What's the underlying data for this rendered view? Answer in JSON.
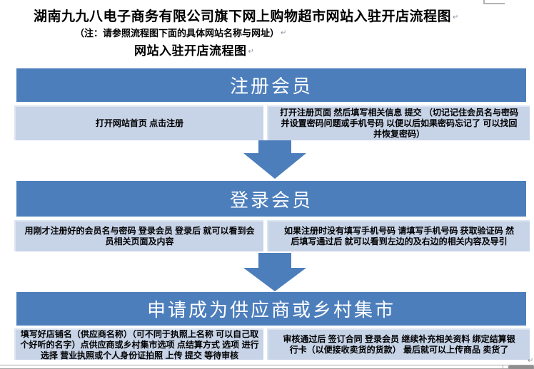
{
  "document": {
    "title_line1": "湖南九九八电子商务有限公司旗下网上购物超市网站入驻开店流程图",
    "title_line2": "（注：请参照流程图下面的具体网站名称与网址）",
    "title_line3": "网站入驻开店流程图",
    "paragraph_mark": "↵"
  },
  "flow": {
    "steps": [
      {
        "header": "注册会员",
        "left": "打开网站首页 点击注册",
        "right": "打开注册页面 然后填写相关信息 提交 （切记记住会员名与密码\n并设置密码问题或手机号码 以便以后如果密码忘记了 可以找回\n并恢复密码）"
      },
      {
        "header": "登录会员",
        "left": "用刚才注册好的会员名与密码  登录会员 登录后 就可以看到会\n员相关页面及内容",
        "right": "如果注册时没有填写手机号码 请填写手机号码  获取验证码 然\n后填写通过后 就可以看到左边的及右边的相关内容及导引"
      },
      {
        "header": "申请成为供应商或乡村集市",
        "left": "填写好店铺名（供应商名称）（可不同于执照上名称 可以自己取\n个好听的名字）点供应商或乡村集市选项 点结算方式 选项 进行\n选择 营业执照或个人身份证拍照 上传 提交 等待审核",
        "right": "审核通过后  签订合同 登录会员  继续补充相关资料 绑定结算银\n行卡（以便接收卖货的货款） 最后就可以上传商品 卖货了"
      }
    ]
  },
  "colors": {
    "step_header_blue": "#4d7ebc",
    "detail_cell_blue": "#c7d3e7",
    "arrow_blue": "#4d7ebc",
    "paragraph_mark_gray": "#8a93a3"
  }
}
